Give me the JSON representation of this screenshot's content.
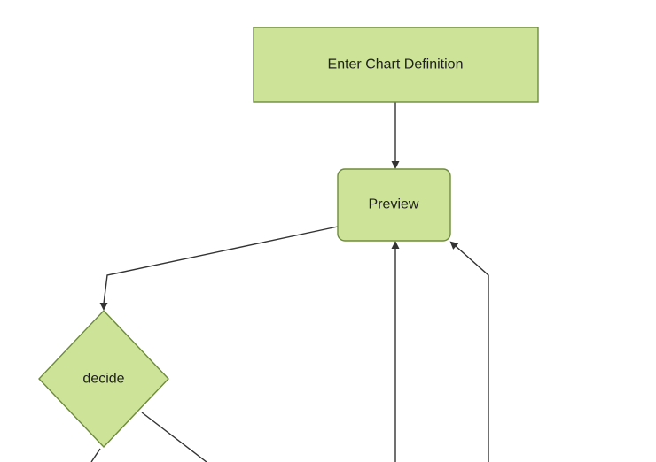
{
  "diagram": {
    "type": "flowchart",
    "background": "#ffffff",
    "colors": {
      "node_fill": "#cde498",
      "node_border": "#6e8b3d",
      "edge": "#333333",
      "arrowhead": "#333333",
      "label_text": "#1f1f1f"
    },
    "nodes": [
      {
        "id": "enter-chart-definition",
        "label": "Enter Chart Definition",
        "shape": "rectangle"
      },
      {
        "id": "preview",
        "label": "Preview",
        "shape": "rounded-rectangle"
      },
      {
        "id": "decide",
        "label": "decide",
        "shape": "diamond"
      }
    ],
    "edges": [
      {
        "from": "Enter Chart Definition",
        "to": "Preview"
      },
      {
        "from": "Preview",
        "to": "decide"
      },
      {
        "from": "offscreen-bottom",
        "to": "Preview"
      },
      {
        "from": "offscreen-bottom-right",
        "to": "Preview"
      },
      {
        "from": "decide",
        "to": "offscreen-bottom-left"
      },
      {
        "from": "decide",
        "to": "offscreen-bottom-right"
      }
    ]
  }
}
